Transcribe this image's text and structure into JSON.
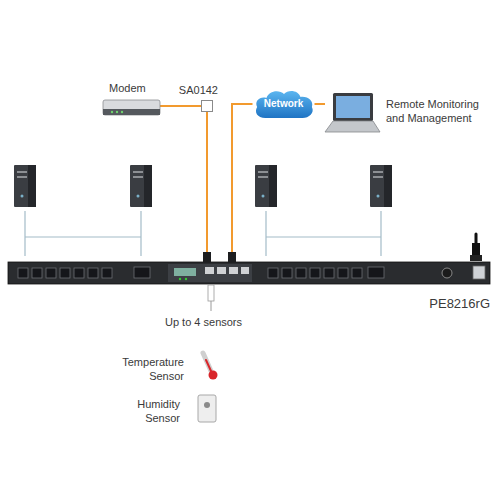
{
  "diagram": {
    "nodes": [
      {
        "text": [
          "Modem"
        ]
      },
      {
        "text": [
          "SA0142"
        ]
      },
      {
        "text": [
          "Network"
        ]
      },
      {
        "text": [
          "Remote Monitoring and Management"
        ]
      },
      {
        "text": [
          "PE8216rG"
        ]
      },
      {
        "text": [
          "Temperature Sensor"
        ]
      },
      {
        "text": [
          "Humidity Sensor"
        ]
      }
    ],
    "edges": [
      {
        "from": 0,
        "to": 1,
        "arrow": "none"
      },
      {
        "from": 1,
        "to": 4,
        "arrow": "none"
      },
      {
        "from": 2,
        "to": 4,
        "arrow": "none"
      },
      {
        "from": 2,
        "to": 3,
        "arrow": "none"
      }
    ],
    "labels": [
      "Up to 4 sensors"
    ]
  }
}
